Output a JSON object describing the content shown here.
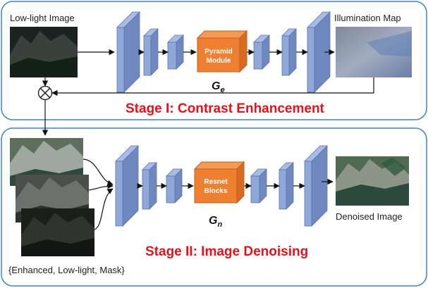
{
  "colors": {
    "panel_border": "#3a86c8",
    "stage_title": "#e8101a",
    "layer_fill": "#8fa8d8",
    "layer_edge": "#5a73b0",
    "module_fill": "#ef7f31",
    "module_edge": "#c0601d"
  },
  "stage1": {
    "title": "Stage I: Contrast Enhancement",
    "input_label": "Low-light Image",
    "output_label": "Illumination Map",
    "module_line1": "Pyramid",
    "module_line2": "Module",
    "net_letter": "G",
    "net_subscript": "e"
  },
  "stage2": {
    "title": "Stage II: Image Denoising",
    "input_label": "{Enhanced, Low-light, Mask}",
    "output_label": "Denoised Image",
    "module_line1": "Resnet",
    "module_line2": "Blocks",
    "net_letter": "G",
    "net_subscript": "n"
  },
  "multiply_icon": "circled-times-icon"
}
